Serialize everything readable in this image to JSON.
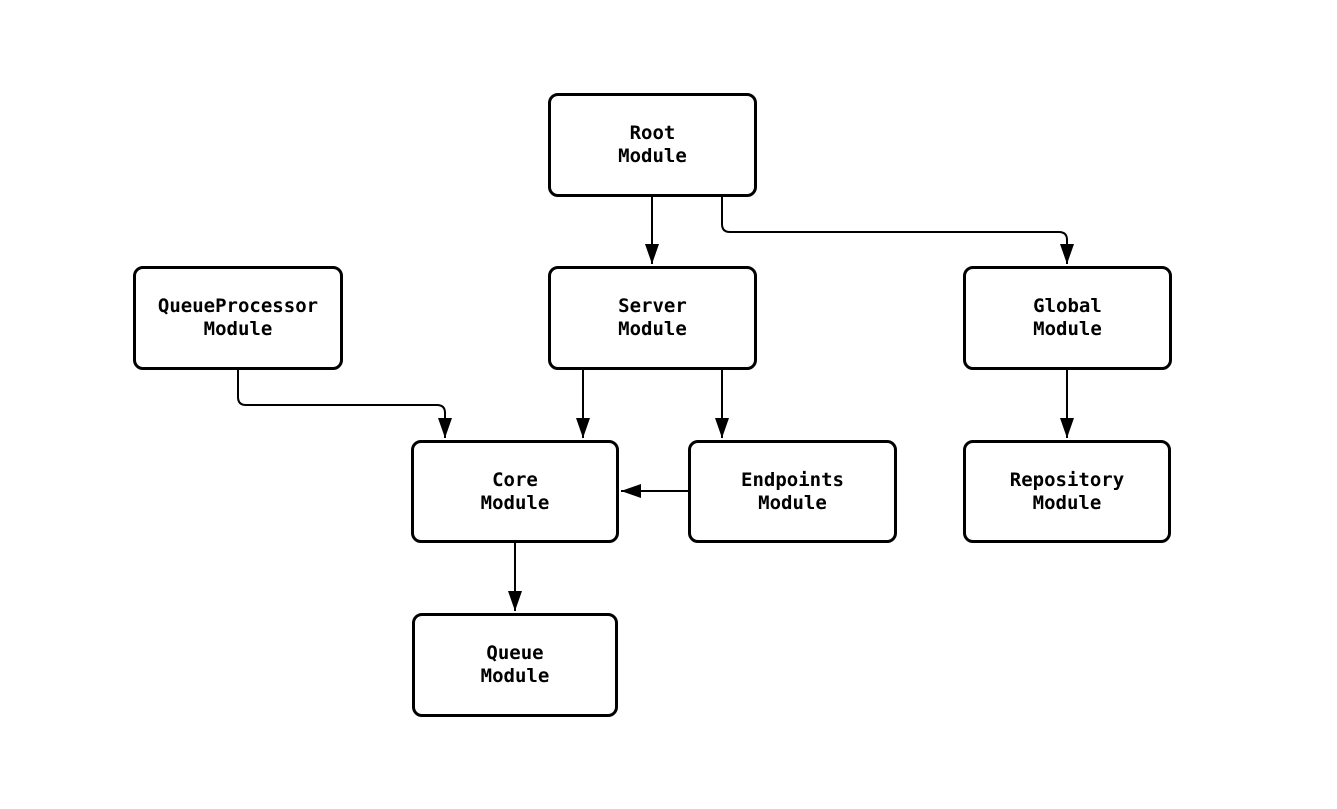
{
  "diagram": {
    "type": "module-dependency-diagram",
    "colors": {
      "background": "#ffffff",
      "node_fill": "#ffffff",
      "node_stroke": "#000000",
      "edge_stroke": "#000000",
      "text": "#000000"
    },
    "nodes": {
      "root": {
        "line1": "Root",
        "line2": "Module"
      },
      "queueprocessor": {
        "line1": "QueueProcessor",
        "line2": "Module"
      },
      "server": {
        "line1": "Server",
        "line2": "Module"
      },
      "global": {
        "line1": "Global",
        "line2": "Module"
      },
      "core": {
        "line1": "Core",
        "line2": "Module"
      },
      "endpoints": {
        "line1": "Endpoints",
        "line2": "Module"
      },
      "repository": {
        "line1": "Repository",
        "line2": "Module"
      },
      "queue": {
        "line1": "Queue",
        "line2": "Module"
      }
    },
    "edges": [
      {
        "from": "root",
        "to": "server"
      },
      {
        "from": "root",
        "to": "global"
      },
      {
        "from": "queueprocessor",
        "to": "core"
      },
      {
        "from": "server",
        "to": "core"
      },
      {
        "from": "server",
        "to": "endpoints"
      },
      {
        "from": "endpoints",
        "to": "core"
      },
      {
        "from": "global",
        "to": "repository"
      },
      {
        "from": "core",
        "to": "queue"
      }
    ]
  }
}
